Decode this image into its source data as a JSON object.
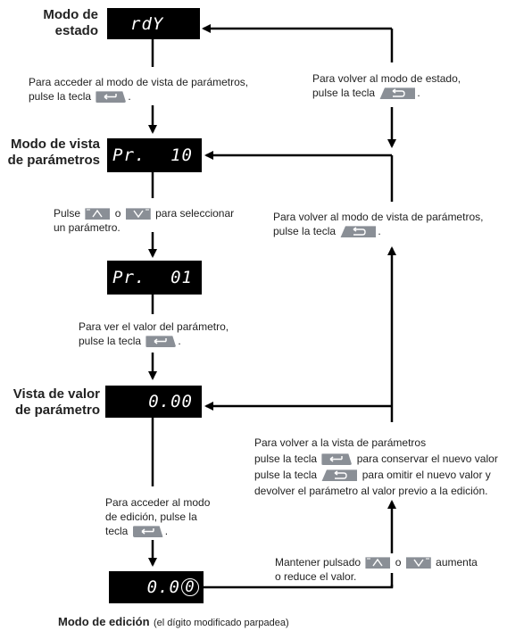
{
  "labels": {
    "status_mode": [
      "Modo de",
      "estado"
    ],
    "param_view_mode": [
      "Modo de vista",
      "de parámetros"
    ],
    "param_value_view": [
      "Vista de valor",
      "de parámetro"
    ],
    "edit_mode": "Modo de edición",
    "edit_mode_note": "(el dígito modificado parpadea)"
  },
  "displays": {
    "status": "rdY",
    "param_view_left": "Pr.",
    "param_view_right": "10",
    "param_select_left": "Pr.",
    "param_select_right": "01",
    "param_value": "0.00",
    "edit_value_a": "0.0",
    "edit_value_b": "0"
  },
  "instructions": {
    "to_param_view_1": "Para acceder al modo de vista de parámetros,",
    "to_param_view_2": "pulse la tecla",
    "select_1a": "Pulse",
    "select_1b": "o",
    "select_1c": "para seleccionar",
    "select_2": "un parámetro.",
    "see_value_1": "Para ver el valor del parámetro,",
    "see_value_2": "pulse la tecla",
    "to_edit_1": "Para acceder al modo",
    "to_edit_2": "de edición, pulse la",
    "to_edit_3": "tecla",
    "back_status_1": "Para volver al modo de estado,",
    "back_status_2": "pulse la tecla",
    "back_param_view_1": "Para volver al modo de vista de parámetros,",
    "back_param_view_2": "pulse la tecla",
    "back_value_1": "Para volver a la vista de parámetros",
    "back_value_2": "pulse la tecla",
    "back_value_2b": "para conservar el nuevo valor",
    "back_value_3": "pulse la tecla",
    "back_value_3b": "para omitir el nuevo valor y",
    "back_value_4": "devolver el parámetro al valor previo a la edición.",
    "adjust_1a": "Mantener pulsado",
    "adjust_1b": "o",
    "adjust_1c": "aumenta",
    "adjust_2": "o reduce el valor."
  },
  "punct": {
    "dot": "."
  },
  "icons": {
    "enter_key": "enter-key-icon",
    "back_key": "back-key-icon",
    "up_key": "up-key-icon",
    "down_key": "down-key-icon"
  }
}
